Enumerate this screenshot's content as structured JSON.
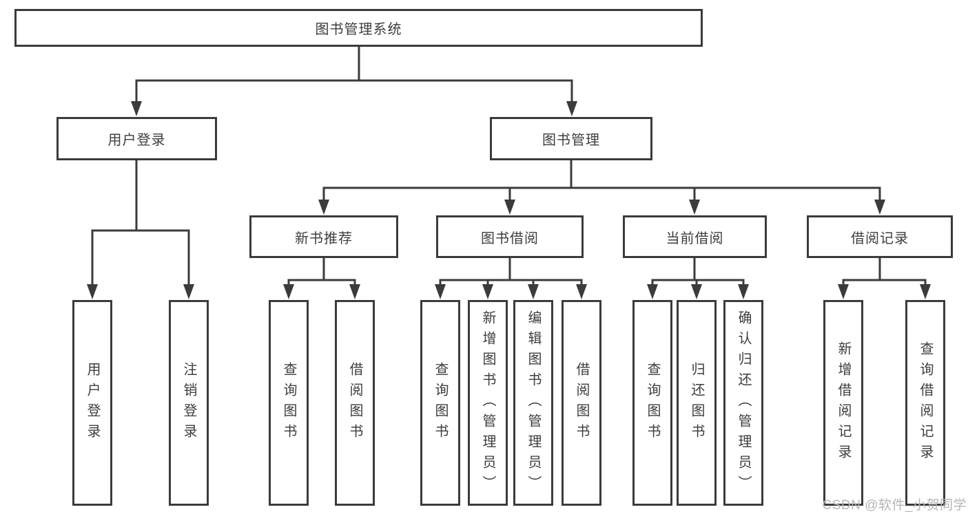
{
  "diagram": {
    "colors": {
      "line": "#3b3b3b",
      "text": "#3d3d3d",
      "background": "#ffffff",
      "watermark_color": "#b5b5b5"
    },
    "watermark": "CSDN @软件_小贺同学",
    "tree": {
      "label": "图书管理系统",
      "children": [
        {
          "label": "用户登录",
          "children": [
            {
              "label": "用户登录"
            },
            {
              "label": "注销登录"
            }
          ]
        },
        {
          "label": "图书管理",
          "children": [
            {
              "label": "新书推荐",
              "children": [
                {
                  "label": "查询图书"
                },
                {
                  "label": "借阅图书"
                }
              ]
            },
            {
              "label": "图书借阅",
              "children": [
                {
                  "label": "查询图书"
                },
                {
                  "label": "新增图书（管理员）"
                },
                {
                  "label": "编辑图书（管理员）"
                },
                {
                  "label": "借阅图书"
                }
              ]
            },
            {
              "label": "当前借阅",
              "children": [
                {
                  "label": "查询图书"
                },
                {
                  "label": "归还图书"
                },
                {
                  "label": "确认归还（管理员）"
                }
              ]
            },
            {
              "label": "借阅记录",
              "children": [
                {
                  "label": "新增借阅记录"
                },
                {
                  "label": "查询借阅记录"
                }
              ]
            }
          ]
        }
      ]
    }
  }
}
